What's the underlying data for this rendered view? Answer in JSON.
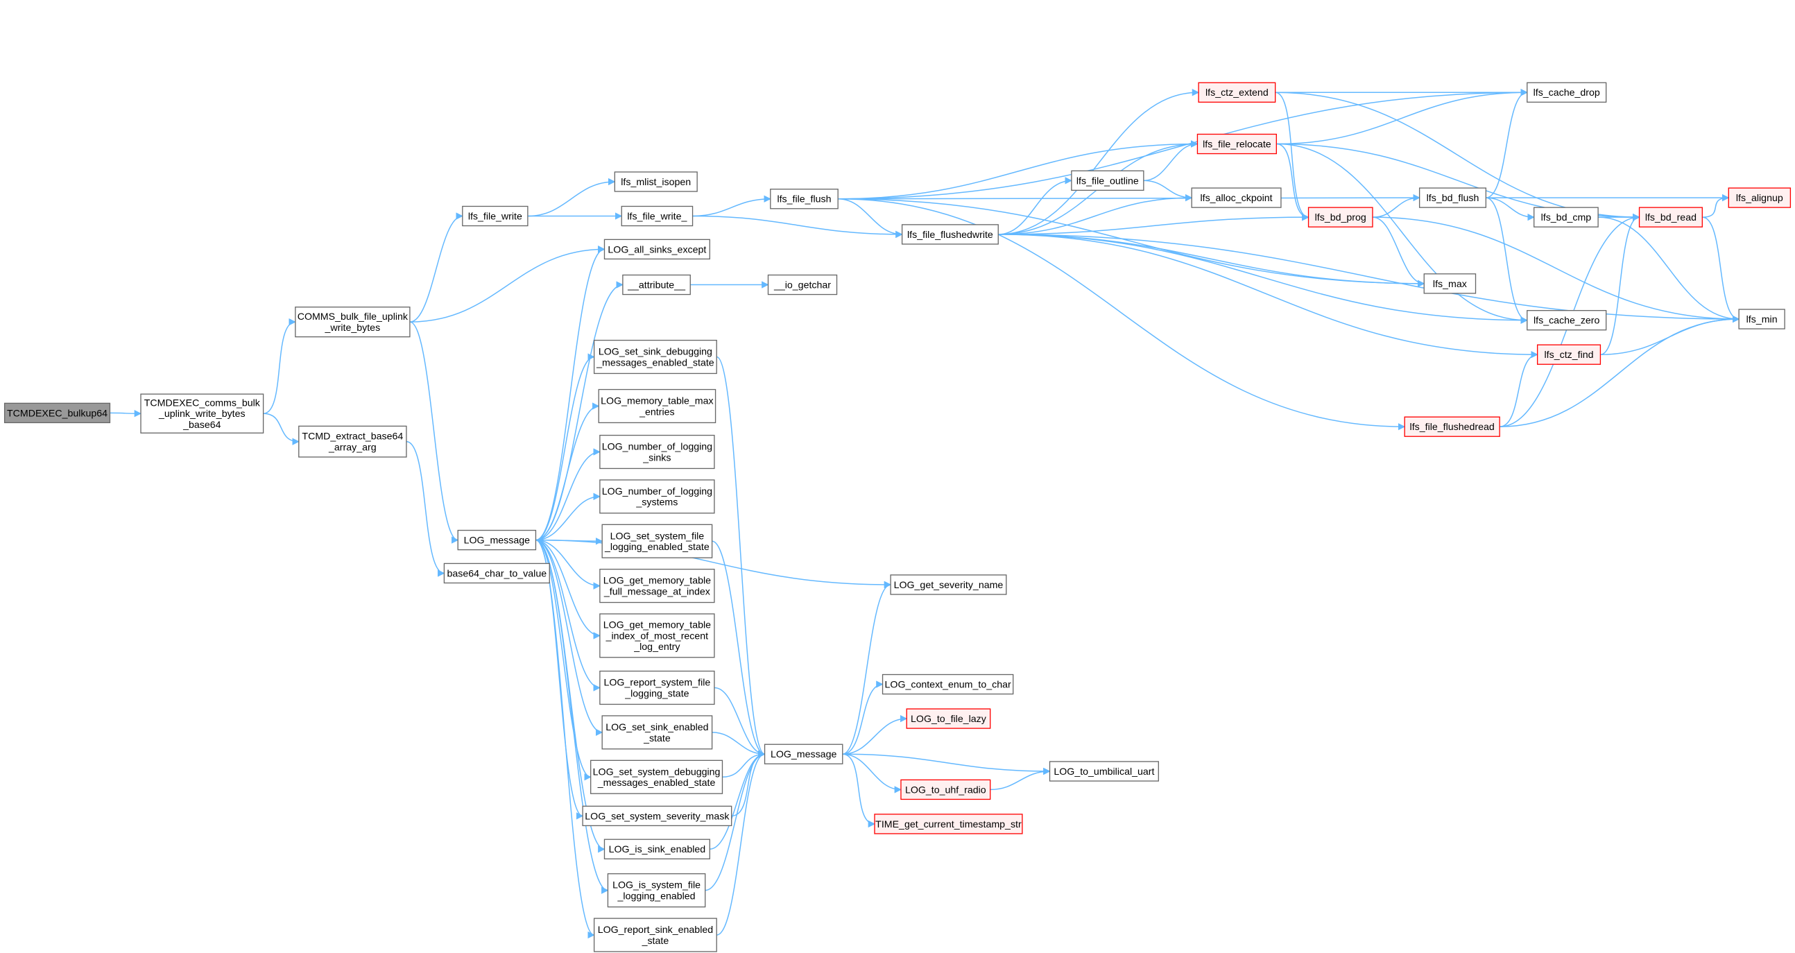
{
  "graph": {
    "type": "call-graph",
    "edge_color": "#63b8ff",
    "highlight_border_color": "#ff0000",
    "root_fill_color": "#999999",
    "nodes": [
      {
        "id": "bulkup64",
        "lines": [
          "TCMDEXEC_bulkup64"
        ],
        "style": "root"
      },
      {
        "id": "comms_b64",
        "lines": [
          "TCMDEXEC_comms_bulk",
          "_uplink_write_bytes",
          "_base64"
        ],
        "style": "normal"
      },
      {
        "id": "comms_bulk",
        "lines": [
          "COMMS_bulk_file_uplink",
          "_write_bytes"
        ],
        "style": "normal"
      },
      {
        "id": "tcmd_extract",
        "lines": [
          "TCMD_extract_base64",
          "_array_arg"
        ],
        "style": "normal"
      },
      {
        "id": "lfs_file_write",
        "lines": [
          "lfs_file_write"
        ],
        "style": "normal"
      },
      {
        "id": "lfs_mlist_isopen",
        "lines": [
          "lfs_mlist_isopen"
        ],
        "style": "normal"
      },
      {
        "id": "lfs_file_write_",
        "lines": [
          "lfs_file_write_"
        ],
        "style": "normal"
      },
      {
        "id": "log_all_sinks_except",
        "lines": [
          "LOG_all_sinks_except"
        ],
        "style": "normal"
      },
      {
        "id": "attribute",
        "lines": [
          "__attribute__"
        ],
        "style": "normal"
      },
      {
        "id": "io_getchar",
        "lines": [
          "__io_getchar"
        ],
        "style": "normal"
      },
      {
        "id": "log_message_1",
        "lines": [
          "LOG_message"
        ],
        "style": "normal"
      },
      {
        "id": "base64_char",
        "lines": [
          "base64_char_to_value"
        ],
        "style": "normal"
      },
      {
        "id": "set_sink_dbg",
        "lines": [
          "LOG_set_sink_debugging",
          "_messages_enabled_state"
        ],
        "style": "normal"
      },
      {
        "id": "mem_max",
        "lines": [
          "LOG_memory_table_max",
          "_entries"
        ],
        "style": "normal"
      },
      {
        "id": "num_sinks",
        "lines": [
          "LOG_number_of_logging",
          "_sinks"
        ],
        "style": "normal"
      },
      {
        "id": "num_systems",
        "lines": [
          "LOG_number_of_logging",
          "_systems"
        ],
        "style": "normal"
      },
      {
        "id": "set_sys_file",
        "lines": [
          "LOG_set_system_file",
          "_logging_enabled_state"
        ],
        "style": "normal"
      },
      {
        "id": "get_mem_full",
        "lines": [
          "LOG_get_memory_table",
          "_full_message_at_index"
        ],
        "style": "normal"
      },
      {
        "id": "get_mem_idx",
        "lines": [
          "LOG_get_memory_table",
          "_index_of_most_recent",
          "_log_entry"
        ],
        "style": "normal"
      },
      {
        "id": "report_sys_file",
        "lines": [
          "LOG_report_system_file",
          "_logging_state"
        ],
        "style": "normal"
      },
      {
        "id": "set_sink_enabled",
        "lines": [
          "LOG_set_sink_enabled",
          "_state"
        ],
        "style": "normal"
      },
      {
        "id": "set_sys_dbg",
        "lines": [
          "LOG_set_system_debugging",
          "_messages_enabled_state"
        ],
        "style": "normal"
      },
      {
        "id": "set_sev_mask",
        "lines": [
          "LOG_set_system_severity_mask"
        ],
        "style": "normal"
      },
      {
        "id": "is_sink_enabled",
        "lines": [
          "LOG_is_sink_enabled"
        ],
        "style": "normal"
      },
      {
        "id": "is_sys_file",
        "lines": [
          "LOG_is_system_file",
          "_logging_enabled"
        ],
        "style": "normal"
      },
      {
        "id": "report_sink",
        "lines": [
          "LOG_report_sink_enabled",
          "_state"
        ],
        "style": "normal"
      },
      {
        "id": "log_message_2",
        "lines": [
          "LOG_message"
        ],
        "style": "normal"
      },
      {
        "id": "get_severity",
        "lines": [
          "LOG_get_severity_name"
        ],
        "style": "normal"
      },
      {
        "id": "context_enum",
        "lines": [
          "LOG_context_enum_to_char"
        ],
        "style": "normal"
      },
      {
        "id": "to_file_lazy",
        "lines": [
          "LOG_to_file_lazy"
        ],
        "style": "red"
      },
      {
        "id": "to_uhf",
        "lines": [
          "LOG_to_uhf_radio"
        ],
        "style": "red"
      },
      {
        "id": "to_umbilical",
        "lines": [
          "LOG_to_umbilical_uart"
        ],
        "style": "normal"
      },
      {
        "id": "time_ts",
        "lines": [
          "TIME_get_current_timestamp_str"
        ],
        "style": "red"
      },
      {
        "id": "lfs_file_flush",
        "lines": [
          "lfs_file_flush"
        ],
        "style": "normal"
      },
      {
        "id": "lfs_file_flushedwrite",
        "lines": [
          "lfs_file_flushedwrite"
        ],
        "style": "normal"
      },
      {
        "id": "lfs_ctz_extend",
        "lines": [
          "lfs_ctz_extend"
        ],
        "style": "red"
      },
      {
        "id": "lfs_file_relocate",
        "lines": [
          "lfs_file_relocate"
        ],
        "style": "red"
      },
      {
        "id": "lfs_file_outline",
        "lines": [
          "lfs_file_outline"
        ],
        "style": "normal"
      },
      {
        "id": "lfs_alloc_ckpoint",
        "lines": [
          "lfs_alloc_ckpoint"
        ],
        "style": "normal"
      },
      {
        "id": "lfs_bd_prog",
        "lines": [
          "lfs_bd_prog"
        ],
        "style": "red"
      },
      {
        "id": "lfs_bd_flush",
        "lines": [
          "lfs_bd_flush"
        ],
        "style": "normal"
      },
      {
        "id": "lfs_bd_cmp",
        "lines": [
          "lfs_bd_cmp"
        ],
        "style": "normal"
      },
      {
        "id": "lfs_bd_read",
        "lines": [
          "lfs_bd_read"
        ],
        "style": "red"
      },
      {
        "id": "lfs_alignup",
        "lines": [
          "lfs_alignup"
        ],
        "style": "red"
      },
      {
        "id": "lfs_cache_drop",
        "lines": [
          "lfs_cache_drop"
        ],
        "style": "normal"
      },
      {
        "id": "lfs_max",
        "lines": [
          "lfs_max"
        ],
        "style": "normal"
      },
      {
        "id": "lfs_cache_zero",
        "lines": [
          "lfs_cache_zero"
        ],
        "style": "normal"
      },
      {
        "id": "lfs_min",
        "lines": [
          "lfs_min"
        ],
        "style": "normal"
      },
      {
        "id": "lfs_ctz_find",
        "lines": [
          "lfs_ctz_find"
        ],
        "style": "red"
      },
      {
        "id": "lfs_file_flushedread",
        "lines": [
          "lfs_file_flushedread"
        ],
        "style": "red"
      }
    ],
    "edges": [
      [
        "bulkup64",
        "comms_b64"
      ],
      [
        "comms_b64",
        "comms_bulk"
      ],
      [
        "comms_b64",
        "tcmd_extract"
      ],
      [
        "comms_bulk",
        "lfs_file_write"
      ],
      [
        "comms_bulk",
        "log_all_sinks_except"
      ],
      [
        "comms_bulk",
        "log_message_1"
      ],
      [
        "tcmd_extract",
        "base64_char"
      ],
      [
        "lfs_file_write",
        "lfs_mlist_isopen"
      ],
      [
        "lfs_file_write",
        "lfs_file_write_"
      ],
      [
        "lfs_file_write_",
        "lfs_file_flush"
      ],
      [
        "lfs_file_write_",
        "lfs_file_flushedwrite"
      ],
      [
        "attribute",
        "io_getchar"
      ],
      [
        "log_message_1",
        "log_all_sinks_except"
      ],
      [
        "log_message_1",
        "attribute"
      ],
      [
        "log_message_1",
        "get_severity"
      ],
      [
        "log_message_1",
        "set_sink_dbg"
      ],
      [
        "log_message_1",
        "mem_max"
      ],
      [
        "log_message_1",
        "num_sinks"
      ],
      [
        "log_message_1",
        "num_systems"
      ],
      [
        "log_message_1",
        "set_sys_file"
      ],
      [
        "log_message_1",
        "get_mem_full"
      ],
      [
        "log_message_1",
        "get_mem_idx"
      ],
      [
        "log_message_1",
        "report_sys_file"
      ],
      [
        "log_message_1",
        "set_sink_enabled"
      ],
      [
        "log_message_1",
        "set_sys_dbg"
      ],
      [
        "log_message_1",
        "set_sev_mask"
      ],
      [
        "log_message_1",
        "is_sink_enabled"
      ],
      [
        "log_message_1",
        "is_sys_file"
      ],
      [
        "log_message_1",
        "report_sink"
      ],
      [
        "set_sink_dbg",
        "log_message_2"
      ],
      [
        "set_sys_file",
        "log_message_2"
      ],
      [
        "report_sys_file",
        "log_message_2"
      ],
      [
        "set_sink_enabled",
        "log_message_2"
      ],
      [
        "set_sys_dbg",
        "log_message_2"
      ],
      [
        "set_sev_mask",
        "log_message_2"
      ],
      [
        "is_sink_enabled",
        "log_message_2"
      ],
      [
        "is_sys_file",
        "log_message_2"
      ],
      [
        "report_sink",
        "log_message_2"
      ],
      [
        "log_message_2",
        "get_severity"
      ],
      [
        "log_message_2",
        "context_enum"
      ],
      [
        "log_message_2",
        "to_file_lazy"
      ],
      [
        "log_message_2",
        "to_umbilical"
      ],
      [
        "log_message_2",
        "to_uhf"
      ],
      [
        "log_message_2",
        "time_ts"
      ],
      [
        "to_uhf",
        "to_umbilical"
      ],
      [
        "lfs_file_flush",
        "lfs_cache_drop"
      ],
      [
        "lfs_file_flush",
        "lfs_bd_flush"
      ],
      [
        "lfs_file_flush",
        "lfs_file_relocate"
      ],
      [
        "lfs_file_flush",
        "lfs_file_flushedwrite"
      ],
      [
        "lfs_file_flush",
        "lfs_max"
      ],
      [
        "lfs_file_flush",
        "lfs_file_flushedread"
      ],
      [
        "lfs_file_flushedwrite",
        "lfs_ctz_extend"
      ],
      [
        "lfs_file_flushedwrite",
        "lfs_file_relocate"
      ],
      [
        "lfs_file_flushedwrite",
        "lfs_file_outline"
      ],
      [
        "lfs_file_flushedwrite",
        "lfs_alloc_ckpoint"
      ],
      [
        "lfs_file_flushedwrite",
        "lfs_bd_prog"
      ],
      [
        "lfs_file_flushedwrite",
        "lfs_max"
      ],
      [
        "lfs_file_flushedwrite",
        "lfs_cache_zero"
      ],
      [
        "lfs_file_flushedwrite",
        "lfs_ctz_find"
      ],
      [
        "lfs_file_flushedwrite",
        "lfs_min"
      ],
      [
        "lfs_ctz_extend",
        "lfs_cache_drop"
      ],
      [
        "lfs_ctz_extend",
        "lfs_bd_read"
      ],
      [
        "lfs_ctz_extend",
        "lfs_bd_prog"
      ],
      [
        "lfs_file_relocate",
        "lfs_cache_drop"
      ],
      [
        "lfs_file_relocate",
        "lfs_bd_read"
      ],
      [
        "lfs_file_relocate",
        "lfs_bd_prog"
      ],
      [
        "lfs_file_relocate",
        "lfs_cache_zero"
      ],
      [
        "lfs_file_outline",
        "lfs_file_relocate"
      ],
      [
        "lfs_file_outline",
        "lfs_alloc_ckpoint"
      ],
      [
        "lfs_bd_prog",
        "lfs_bd_flush"
      ],
      [
        "lfs_bd_prog",
        "lfs_max"
      ],
      [
        "lfs_bd_prog",
        "lfs_min"
      ],
      [
        "lfs_bd_flush",
        "lfs_alignup"
      ],
      [
        "lfs_bd_flush",
        "lfs_bd_cmp"
      ],
      [
        "lfs_bd_flush",
        "lfs_cache_drop"
      ],
      [
        "lfs_bd_flush",
        "lfs_cache_zero"
      ],
      [
        "lfs_bd_cmp",
        "lfs_bd_read"
      ],
      [
        "lfs_bd_cmp",
        "lfs_min"
      ],
      [
        "lfs_bd_read",
        "lfs_alignup"
      ],
      [
        "lfs_bd_read",
        "lfs_min"
      ],
      [
        "lfs_ctz_find",
        "lfs_bd_read"
      ],
      [
        "lfs_ctz_find",
        "lfs_min"
      ],
      [
        "lfs_file_flushedread",
        "lfs_ctz_find"
      ],
      [
        "lfs_file_flushedread",
        "lfs_bd_read"
      ],
      [
        "lfs_file_flushedread",
        "lfs_min"
      ]
    ]
  }
}
